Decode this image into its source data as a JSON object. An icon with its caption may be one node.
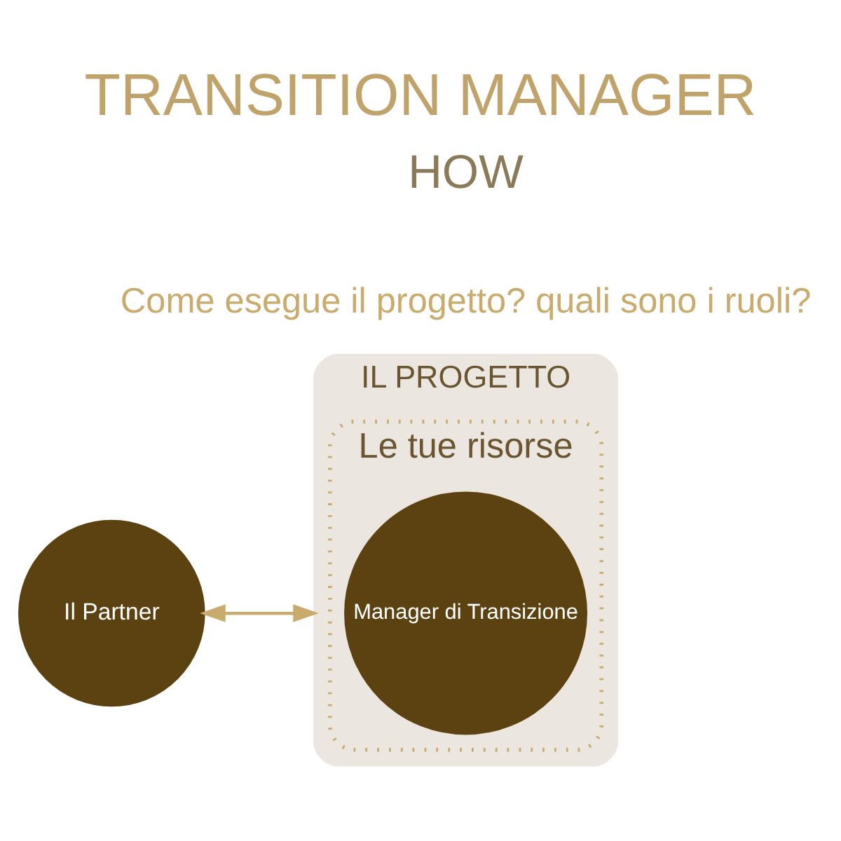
{
  "diagram": {
    "title": "TRANSITION MANAGER",
    "nodes": [
      {
        "text": [
          "Il Partner"
        ]
      },
      {
        "text": [
          "IL PROGETTO"
        ]
      },
      {
        "text": [
          "Le tue risorse"
        ],
        "in": 1
      },
      {
        "text": [
          "Manager di Transizione"
        ],
        "in": 2
      }
    ],
    "edges": [
      {
        "from": 0,
        "to": 1,
        "arrow": "to"
      },
      {
        "from": 1,
        "to": 0,
        "arrow": "to"
      }
    ],
    "labels": [
      "HOW",
      "Come esegue il progetto? quali sono i ruoli?"
    ]
  }
}
